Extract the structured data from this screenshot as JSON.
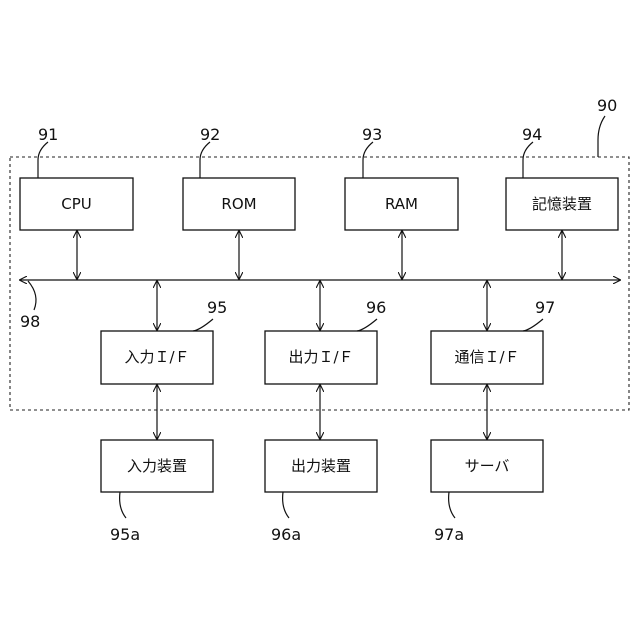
{
  "figure": {
    "system_ref": "90",
    "bus_ref": "98",
    "boxes": {
      "cpu": {
        "label": "CPU",
        "ref": "91"
      },
      "rom": {
        "label": "ROM",
        "ref": "92"
      },
      "ram": {
        "label": "RAM",
        "ref": "93"
      },
      "storage": {
        "label": "記憶装置",
        "ref": "94"
      },
      "input_if": {
        "label": "入力Ｉ/Ｆ",
        "ref": "95"
      },
      "output_if": {
        "label": "出力Ｉ/Ｆ",
        "ref": "96"
      },
      "comm_if": {
        "label": "通信Ｉ/Ｆ",
        "ref": "97"
      },
      "input_device": {
        "label": "入力装置",
        "ref": "95a"
      },
      "output_device": {
        "label": "出力装置",
        "ref": "96a"
      },
      "server": {
        "label": "サーバ",
        "ref": "97a"
      }
    }
  }
}
